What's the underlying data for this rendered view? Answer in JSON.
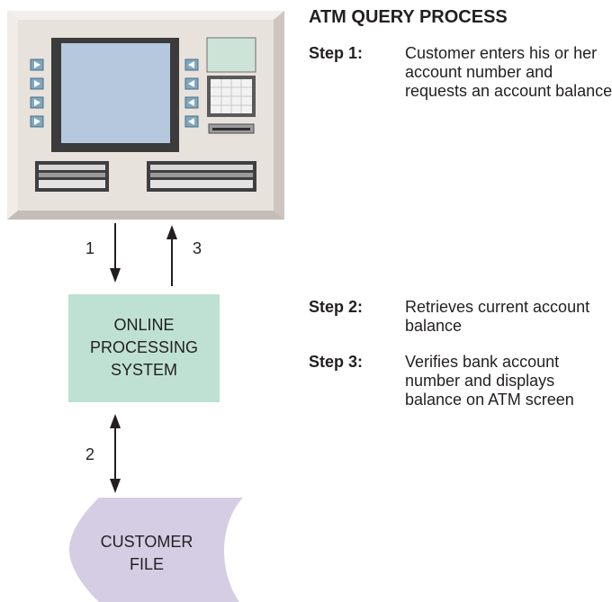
{
  "title": "ATM QUERY PROCESS",
  "steps": [
    {
      "label": "Step 1:",
      "text": "Customer enters his or her account number and requests an account balance"
    },
    {
      "label": "Step 2:",
      "text": "Retrieves current account balance"
    },
    {
      "label": "Step 3:",
      "text": "Verifies bank account number and displays balance on ATM screen"
    }
  ],
  "nodes": {
    "processing": {
      "line1": "ONLINE",
      "line2": "PROCESSING",
      "line3": "SYSTEM"
    },
    "file": {
      "line1": "CUSTOMER",
      "line2": "FILE"
    }
  },
  "arrows": {
    "a1": "1",
    "a2": "2",
    "a3": "3"
  },
  "colors": {
    "atm_body": "#e8e2dc",
    "atm_screen": "#b6c8de",
    "processing_box": "#bfe1d4",
    "file_shape": "#d4cde4",
    "button": "#7fa6bf"
  }
}
